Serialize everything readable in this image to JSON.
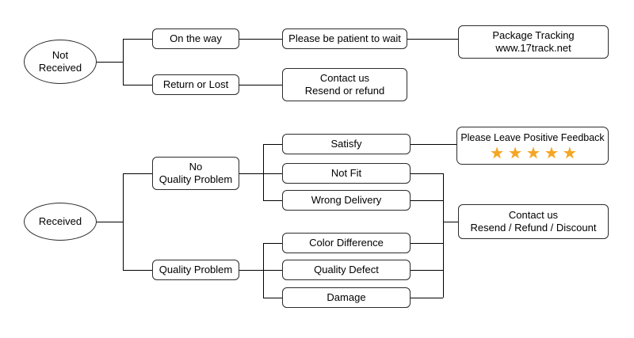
{
  "diagram": {
    "title": "",
    "colors": {
      "node_border": "#2b2b2b",
      "line": "#000000",
      "star": "#f5a623",
      "background": "#ffffff"
    },
    "nodes": {
      "not_received": "Not\nReceived",
      "on_the_way": "On the way",
      "patient_wait": "Please be patient to wait",
      "package_tracking": "Package Tracking\nwww.17track.net",
      "return_or_lost": "Return or Lost",
      "contact_us_resend_refund": "Contact us\nResend or refund",
      "received": "Received",
      "no_quality_problem": "No\nQuality Problem",
      "satisfy": "Satisfy",
      "not_fit": "Not Fit",
      "wrong_delivery": "Wrong Delivery",
      "quality_problem": "Quality Problem",
      "color_difference": "Color Difference",
      "quality_defect": "Quality Defect",
      "damage": "Damage",
      "contact_us_resend_refund_discount": "Contact us\nResend / Refund / Discount",
      "feedback_title": "Please Leave Positive Feedback"
    },
    "stars": {
      "count": 5,
      "glyph": "★"
    }
  }
}
